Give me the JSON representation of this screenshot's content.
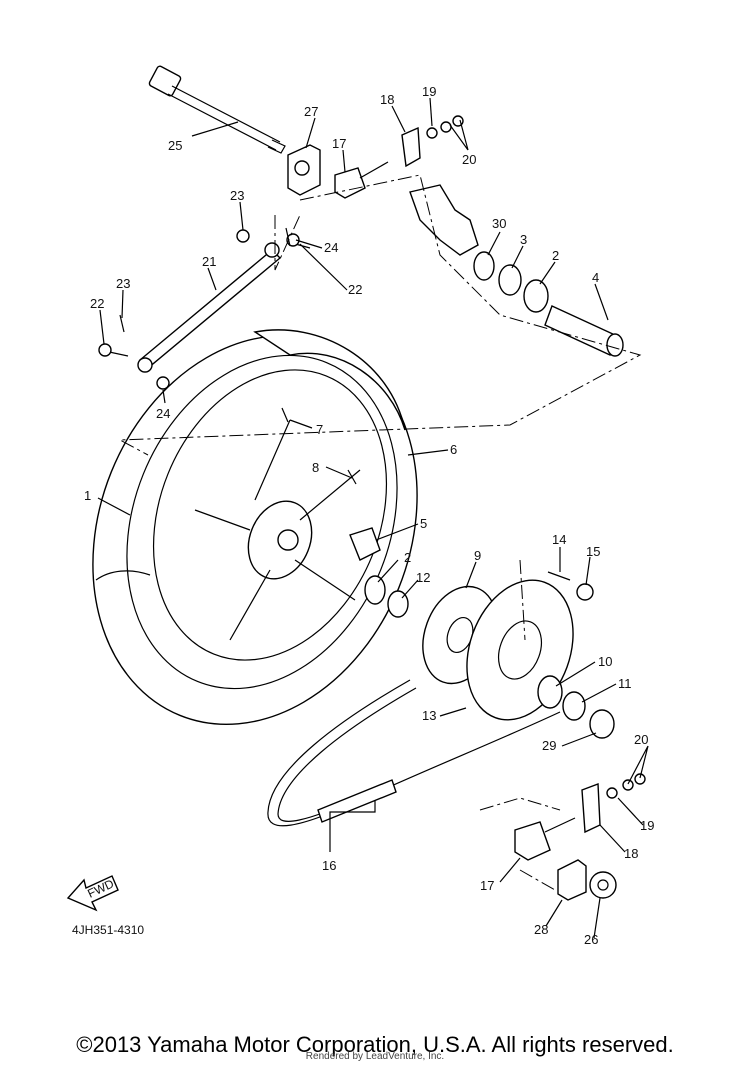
{
  "diagram": {
    "part_code": "4JH351-4310",
    "fwd_label": "FWD",
    "callouts": [
      "25",
      "27",
      "18",
      "19",
      "20",
      "17",
      "23",
      "24",
      "21",
      "22",
      "30",
      "3",
      "2",
      "4",
      "7",
      "6",
      "8",
      "1",
      "5",
      "14",
      "15",
      "9",
      "12",
      "10",
      "11",
      "13",
      "29",
      "16",
      "28",
      "26"
    ]
  },
  "footer": {
    "copyright": "©2013 Yamaha Motor Corporation, U.S.A. All rights reserved.",
    "rendered_by": "Rendered by LeadVenture, Inc."
  }
}
